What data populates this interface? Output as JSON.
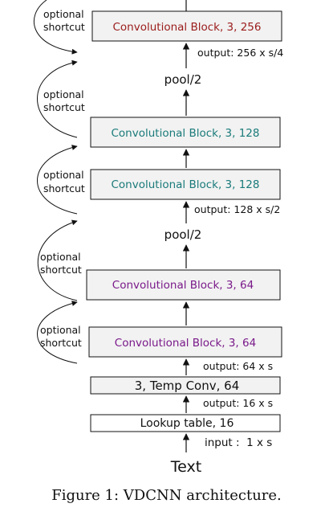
{
  "colors": {
    "block_256": "#9b1b1b",
    "block_128": "#1a7a7a",
    "block_64": "#7a1a8a",
    "box_fill": "#f2f2f2",
    "stroke": "#111111"
  },
  "diagram": {
    "blocks": [
      {
        "id": "conv-256",
        "label": "Convolutional Block, 3, 256",
        "color_key": "block_256"
      },
      {
        "id": "conv-128-b",
        "label": "Convolutional Block, 3, 128",
        "color_key": "block_128"
      },
      {
        "id": "conv-128-a",
        "label": "Convolutional Block, 3, 128",
        "color_key": "block_128"
      },
      {
        "id": "conv-64-b",
        "label": "Convolutional Block, 3, 64",
        "color_key": "block_64"
      },
      {
        "id": "conv-64-a",
        "label": "Convolutional Block, 3, 64",
        "color_key": "block_64"
      },
      {
        "id": "temp-conv",
        "label": "3, Temp Conv, 64",
        "color_key": "stroke"
      },
      {
        "id": "lookup",
        "label": "Lookup table, 16",
        "color_key": "stroke"
      }
    ],
    "pools": [
      "pool/2",
      "pool/2"
    ],
    "outputs": [
      "output: 256 x s/4",
      "output: 128 x s/2",
      "output: 64 x s",
      "output: 16 x s"
    ],
    "input": "input :  1 x s",
    "shortcut": [
      "optional",
      "shortcut"
    ],
    "text_label": "Text"
  },
  "caption": "Figure 1: VDCNN architecture."
}
